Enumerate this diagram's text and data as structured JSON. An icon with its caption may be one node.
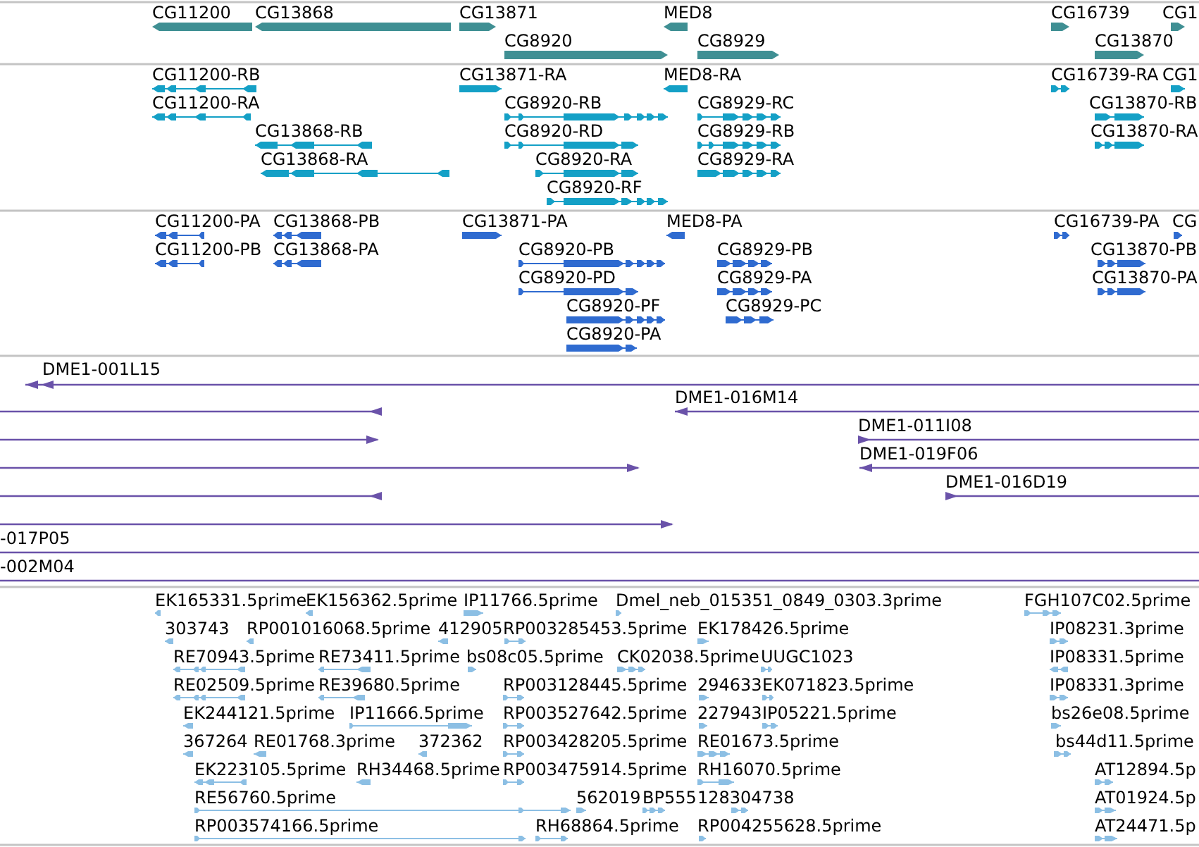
{
  "diagram": {
    "labels": [
      "CG11200",
      "CG13868",
      "CG13871",
      "MED8",
      "CG16739",
      "CG1",
      "CG8920",
      "CG8929",
      "CG13870",
      "CG11200-RB",
      "CG13871-RA",
      "MED8-RA",
      "CG16739-RA",
      "CG1",
      "CG11200-RA",
      "CG8920-RB",
      "CG8929-RC",
      "CG13870-RB",
      "CG13868-RB",
      "CG8920-RD",
      "CG8929-RB",
      "CG13870-RA",
      "CG13868-RA",
      "CG8920-RA",
      "CG8929-RA",
      "CG8920-RF",
      "CG11200-PA",
      "CG13868-PB",
      "CG13871-PA",
      "MED8-PA",
      "CG16739-PA",
      "CG",
      "CG11200-PB",
      "CG13868-PA",
      "CG8920-PB",
      "CG8929-PB",
      "CG13870-PB",
      "CG8920-PD",
      "CG8929-PA",
      "CG13870-PA",
      "CG8920-PF",
      "CG8929-PC",
      "CG8920-PA",
      "DME1-001L15",
      "DME1-016M14",
      "DME1-011I08",
      "DME1-019F06",
      "DME1-016D19",
      "-017P05",
      "-002M04",
      "EK165331.5prime",
      "EK156362.5prime",
      "IP11766.5prime",
      "Dmel_neb_015351_0849_0303.3prime",
      "FGH107C02.5prime",
      "303743",
      "RP001016068.5prime",
      "412905",
      "RP003285453.5prime",
      "EK178426.5prime",
      "IP08231.3prime",
      "RE70943.5prime",
      "RE73411.5prime",
      "bs08c05.5prime",
      "CK02038.5prime",
      "UUGC1023",
      "IP08331.5prime",
      "RE02509.5prime",
      "RE39680.5prime",
      "RP003128445.5prime",
      "294633",
      "EK071823.5prime",
      "IP08331.3prime",
      "EK244121.5prime",
      "IP11666.5prime",
      "RP003527642.5prime",
      "227943",
      "IP05221.5prime",
      "bs26e08.5prime",
      "367264",
      "RE01768.3prime",
      "372362",
      "RP003428205.5prime",
      "RE01673.5prime",
      "bs44d11.5prime",
      "EK223105.5prime",
      "RH34468.5prime",
      "RP003475914.5prime",
      "RH16070.5prime",
      "AT12894.5p",
      "RE56760.5prime",
      "562019",
      "BP555",
      "128304738",
      "AT01924.5p",
      "RP003574166.5prime",
      "RH68864.5prime",
      "RP004255628.5prime",
      "AT24471.5p"
    ]
  }
}
